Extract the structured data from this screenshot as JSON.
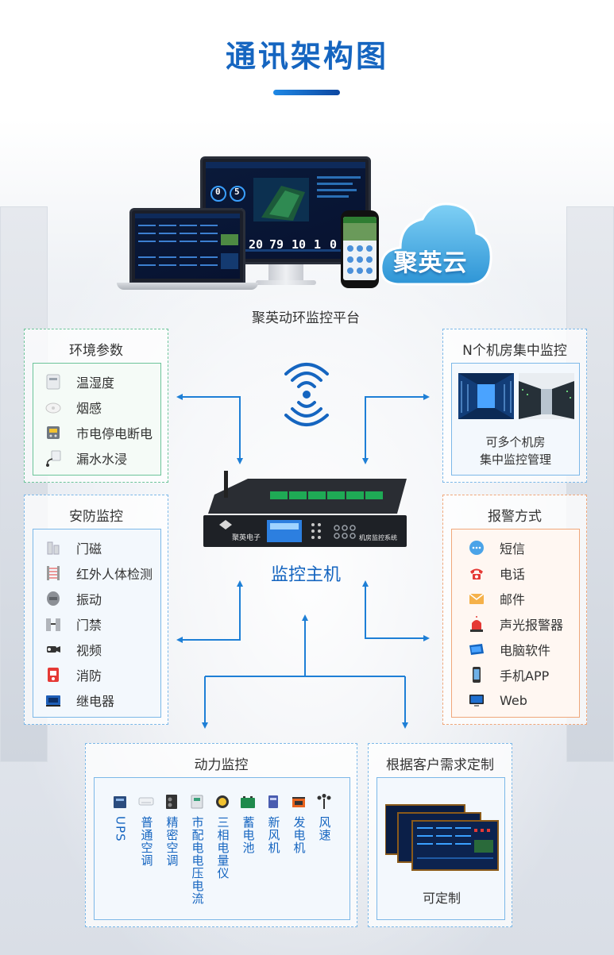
{
  "title": "通讯架构图",
  "cloud": {
    "label": "聚英云"
  },
  "platform": {
    "label": "聚英动环监控平台",
    "dashboard_numbers": [
      "20",
      "79",
      "10",
      "1",
      "0"
    ],
    "gauge_numbers": [
      "0",
      "5"
    ]
  },
  "host": {
    "label": "监控主机",
    "brand": "聚英电子",
    "system_label": "机房监控系统"
  },
  "env": {
    "title": "环境参数",
    "items": [
      {
        "label": "温湿度",
        "icon": "temperature-humidity-sensor-icon"
      },
      {
        "label": "烟感",
        "icon": "smoke-detector-icon"
      },
      {
        "label": "市电停电断电",
        "icon": "power-outage-sensor-icon"
      },
      {
        "label": "漏水水浸",
        "icon": "water-leak-sensor-icon"
      }
    ]
  },
  "security": {
    "title": "安防监控",
    "items": [
      {
        "label": "门磁",
        "icon": "door-magnet-icon"
      },
      {
        "label": "红外人体检测",
        "icon": "infrared-detector-icon"
      },
      {
        "label": "振动",
        "icon": "vibration-sensor-icon"
      },
      {
        "label": "门禁",
        "icon": "access-control-icon"
      },
      {
        "label": "视频",
        "icon": "video-camera-icon"
      },
      {
        "label": "消防",
        "icon": "fire-alarm-icon"
      },
      {
        "label": "继电器",
        "icon": "relay-icon"
      }
    ]
  },
  "rooms": {
    "title": "N个机房集中监控",
    "desc_line1": "可多个机房",
    "desc_line2": "集中监控管理"
  },
  "alarm": {
    "title": "报警方式",
    "items": [
      {
        "label": "短信",
        "icon": "sms-icon"
      },
      {
        "label": "电话",
        "icon": "phone-icon"
      },
      {
        "label": "邮件",
        "icon": "mail-icon"
      },
      {
        "label": "声光报警器",
        "icon": "siren-icon"
      },
      {
        "label": "电脑软件",
        "icon": "pc-software-icon"
      },
      {
        "label": "手机APP",
        "icon": "mobile-app-icon"
      },
      {
        "label": "Web",
        "icon": "web-icon"
      }
    ]
  },
  "power": {
    "title": "动力监控",
    "items": [
      {
        "label": "UPS",
        "icon": "ups-icon"
      },
      {
        "label": "普通空调",
        "icon": "air-conditioner-icon"
      },
      {
        "label": "精密空调",
        "icon": "precision-ac-icon"
      },
      {
        "label": "市配电电压电流",
        "icon": "power-meter-icon"
      },
      {
        "label": "三相电量仪",
        "icon": "three-phase-meter-icon"
      },
      {
        "label": "蓄电池",
        "icon": "battery-icon"
      },
      {
        "label": "新风机",
        "icon": "fresh-air-icon"
      },
      {
        "label": "发电机",
        "icon": "generator-icon"
      },
      {
        "label": "风速",
        "icon": "anemometer-icon"
      }
    ]
  },
  "custom": {
    "title": "根据客户需求定制",
    "label": "可定制"
  },
  "colors": {
    "accent": "#1565c0",
    "green": "#6cc49a",
    "blue": "#7cb8e8",
    "orange": "#f0a77a"
  }
}
